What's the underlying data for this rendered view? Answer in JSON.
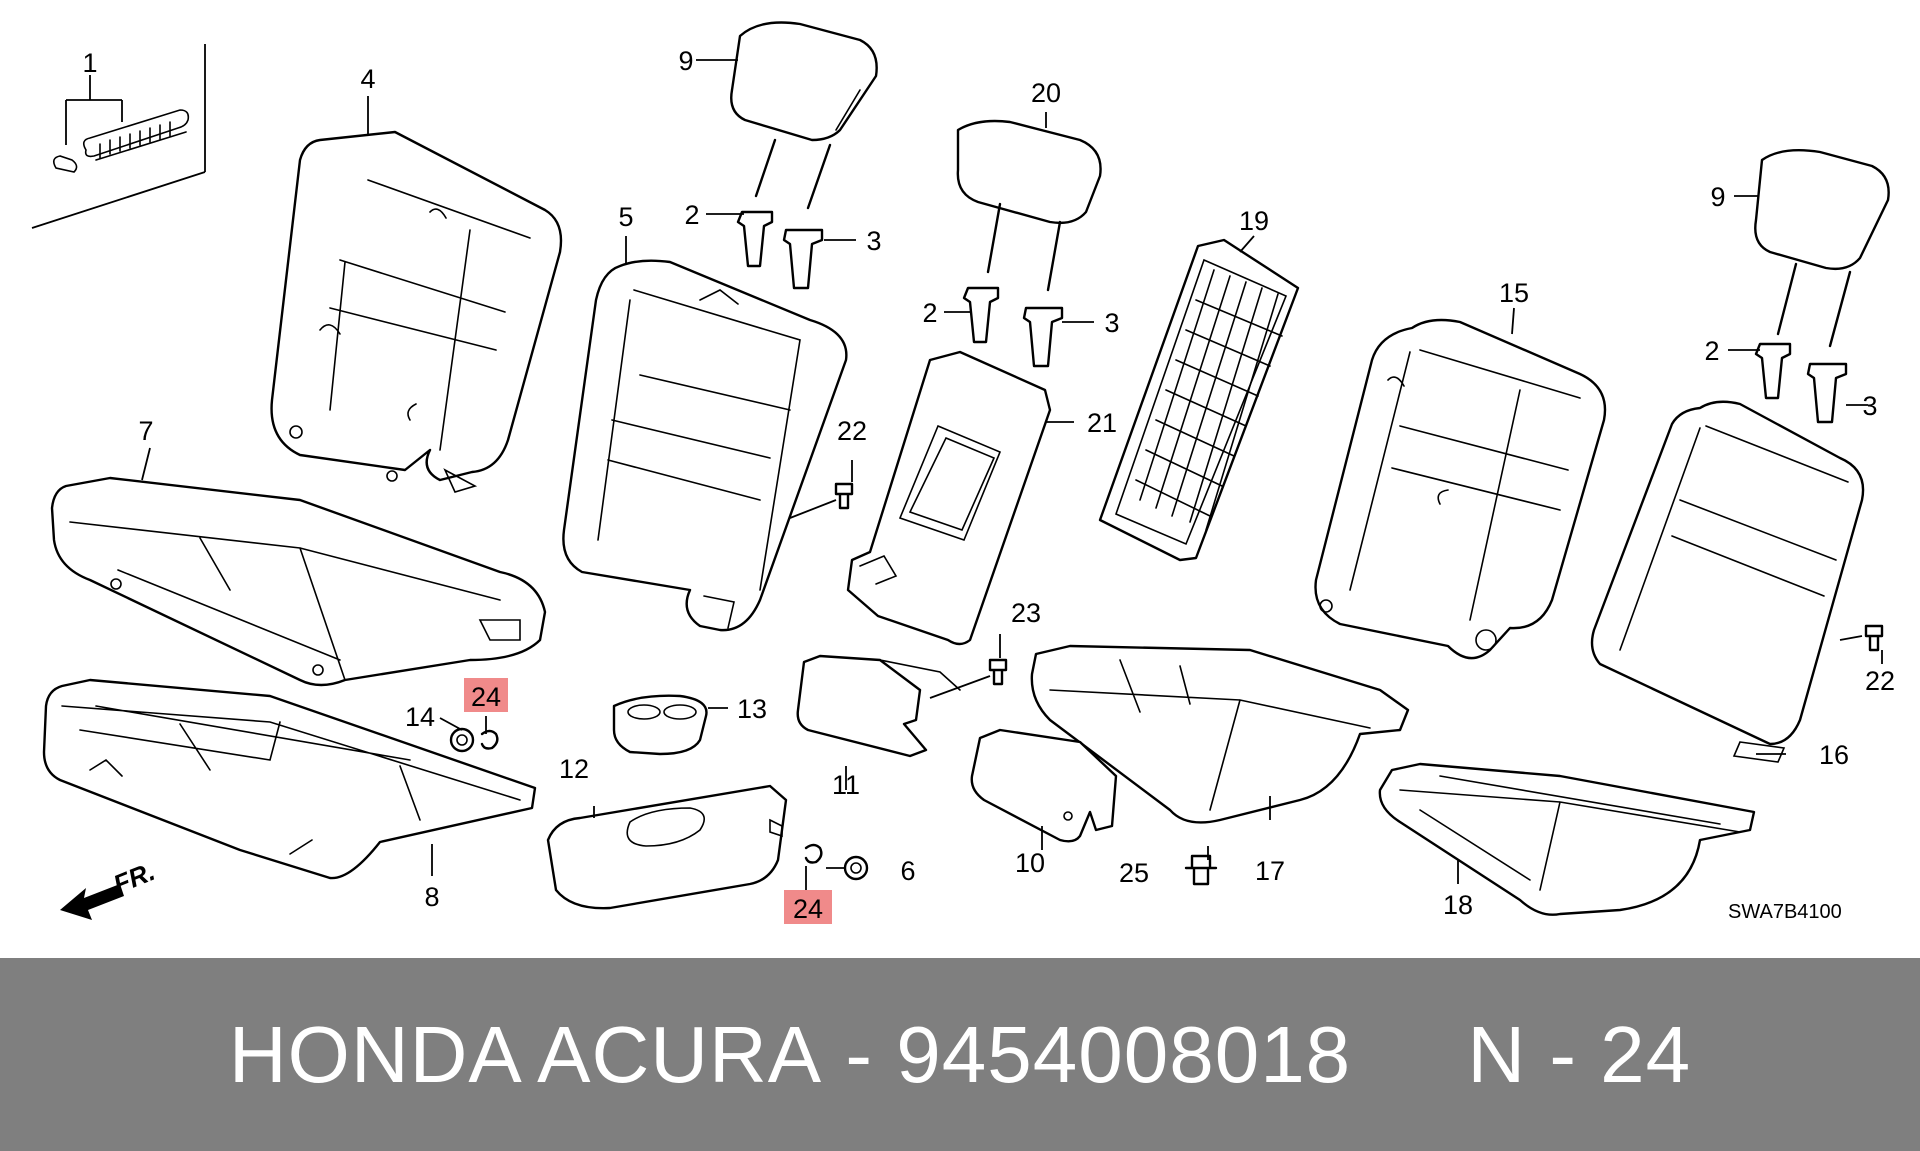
{
  "diagram": {
    "callouts": [
      {
        "id": "c1",
        "text": "1"
      },
      {
        "id": "c2a",
        "text": "2"
      },
      {
        "id": "c2b",
        "text": "2"
      },
      {
        "id": "c2c",
        "text": "2"
      },
      {
        "id": "c3a",
        "text": "3"
      },
      {
        "id": "c3b",
        "text": "3"
      },
      {
        "id": "c3c",
        "text": "3"
      },
      {
        "id": "c4",
        "text": "4"
      },
      {
        "id": "c5",
        "text": "5"
      },
      {
        "id": "c6",
        "text": "6"
      },
      {
        "id": "c7",
        "text": "7"
      },
      {
        "id": "c8",
        "text": "8"
      },
      {
        "id": "c9a",
        "text": "9"
      },
      {
        "id": "c9b",
        "text": "9"
      },
      {
        "id": "c10",
        "text": "10"
      },
      {
        "id": "c11",
        "text": "11"
      },
      {
        "id": "c12",
        "text": "12"
      },
      {
        "id": "c13",
        "text": "13"
      },
      {
        "id": "c14",
        "text": "14"
      },
      {
        "id": "c15",
        "text": "15"
      },
      {
        "id": "c16",
        "text": "16"
      },
      {
        "id": "c17",
        "text": "17"
      },
      {
        "id": "c18",
        "text": "18"
      },
      {
        "id": "c19",
        "text": "19"
      },
      {
        "id": "c20",
        "text": "20"
      },
      {
        "id": "c21",
        "text": "21"
      },
      {
        "id": "c22a",
        "text": "22"
      },
      {
        "id": "c22b",
        "text": "22"
      },
      {
        "id": "c23",
        "text": "23"
      },
      {
        "id": "c25",
        "text": "25"
      }
    ],
    "highlighted": [
      {
        "id": "h24a",
        "text": "24"
      },
      {
        "id": "h24b",
        "text": "24"
      }
    ],
    "highlight_color": "#f08a8a",
    "direction_label": "FR.",
    "drawing_code": "SWA7B4100"
  },
  "footer": {
    "brand": "HONDA ACURA",
    "separator": " - ",
    "part_number": "9454008018",
    "position_label": "N - 24",
    "background": "#7f7f7f",
    "text_color": "#ffffff"
  }
}
